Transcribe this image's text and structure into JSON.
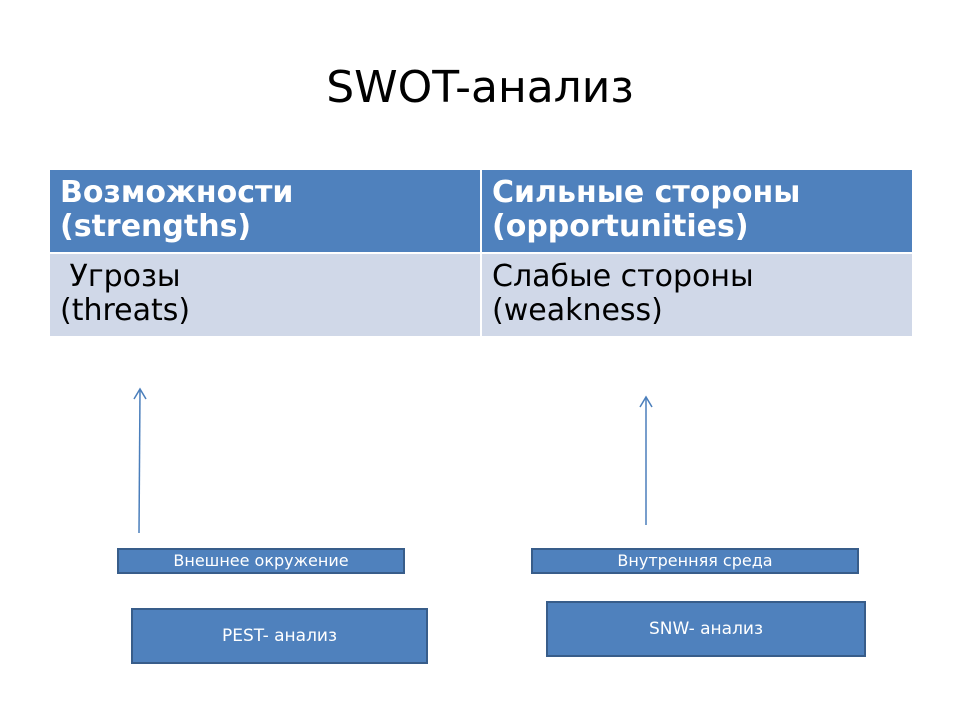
{
  "slide": {
    "title": "SWOT-анализ"
  },
  "swot_table": {
    "header_row": [
      {
        "line1": "Возможности",
        "line2": "(strengths)"
      },
      {
        "line1": "Сильные стороны",
        "line2": "(opportunities)"
      }
    ],
    "body_row": [
      {
        "line1": " Угрозы",
        "line2": "(threats)"
      },
      {
        "line1": "Слабые стороны",
        "line2": "(weakness)"
      }
    ]
  },
  "boxes": {
    "external": "Внешнее окружение",
    "internal": "Внутренняя среда",
    "pest": "PEST- анализ",
    "snw": "SNW- анализ"
  },
  "colors": {
    "header_fill": "#4f81bd",
    "body_fill": "#d0d8e8",
    "box_fill": "#4f81bd",
    "box_border": "#385d8a",
    "arrow": "#4a7ebb"
  }
}
